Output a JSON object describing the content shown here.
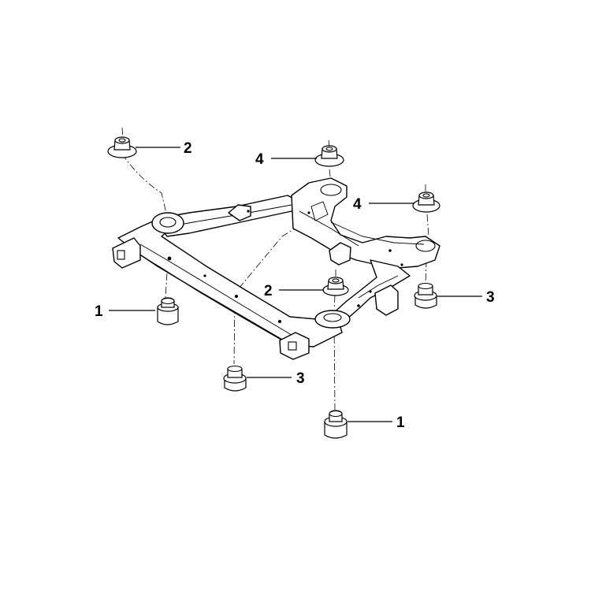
{
  "diagram": {
    "callouts": [
      {
        "id": "c1a",
        "label": "1"
      },
      {
        "id": "c1b",
        "label": "1"
      },
      {
        "id": "c2a",
        "label": "2"
      },
      {
        "id": "c2b",
        "label": "2"
      },
      {
        "id": "c3a",
        "label": "3"
      },
      {
        "id": "c3b",
        "label": "3"
      },
      {
        "id": "c4a",
        "label": "4"
      },
      {
        "id": "c4b",
        "label": "4"
      }
    ]
  },
  "colors": {
    "ink": "#000000",
    "background": "#ffffff"
  }
}
